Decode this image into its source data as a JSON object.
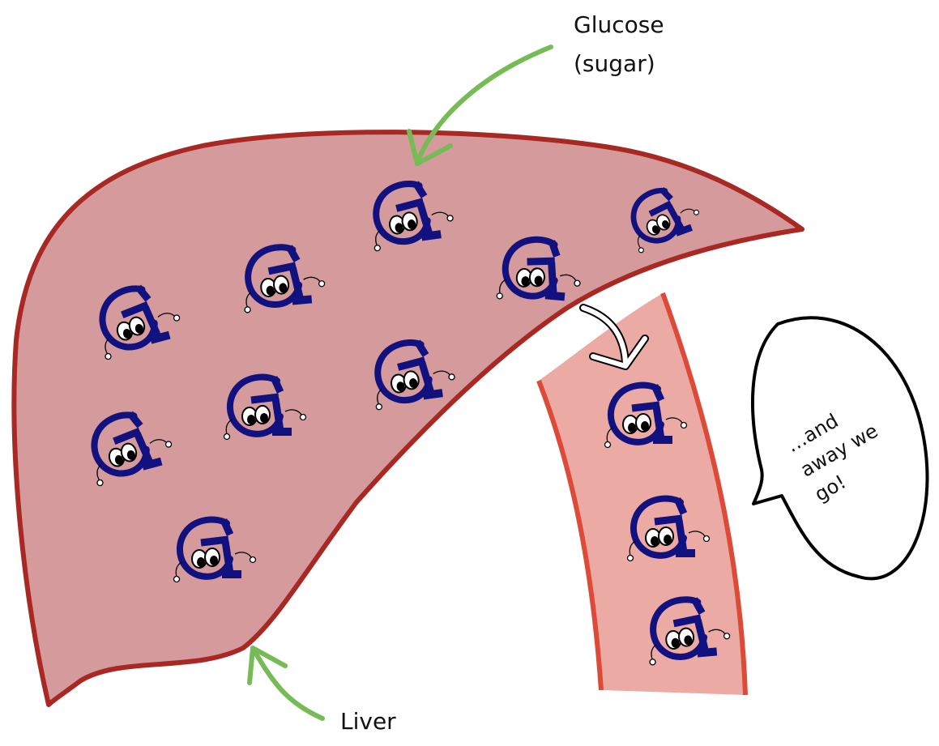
{
  "title": "Liver releasing glucose into the bloodstream",
  "labels": {
    "glucose_line1": "Glucose",
    "glucose_line2": "(sugar)",
    "liver": "Liver"
  },
  "speech_bubble": {
    "line1": "…and",
    "line2": "away we",
    "line3": "go!"
  },
  "characters": {
    "glucose_letter": "G",
    "in_liver_count": 9,
    "in_vessel_count": 3
  },
  "colors": {
    "liver_fill": "#d59a9b",
    "liver_outline": "#a82824",
    "vessel_fill": "#ebaaa4",
    "vessel_outline": "#dd4a37",
    "glucose_navy": "#11117f",
    "arrow_green": "#76bb55",
    "arrow_white": "#ffffff",
    "text": "#111111"
  }
}
